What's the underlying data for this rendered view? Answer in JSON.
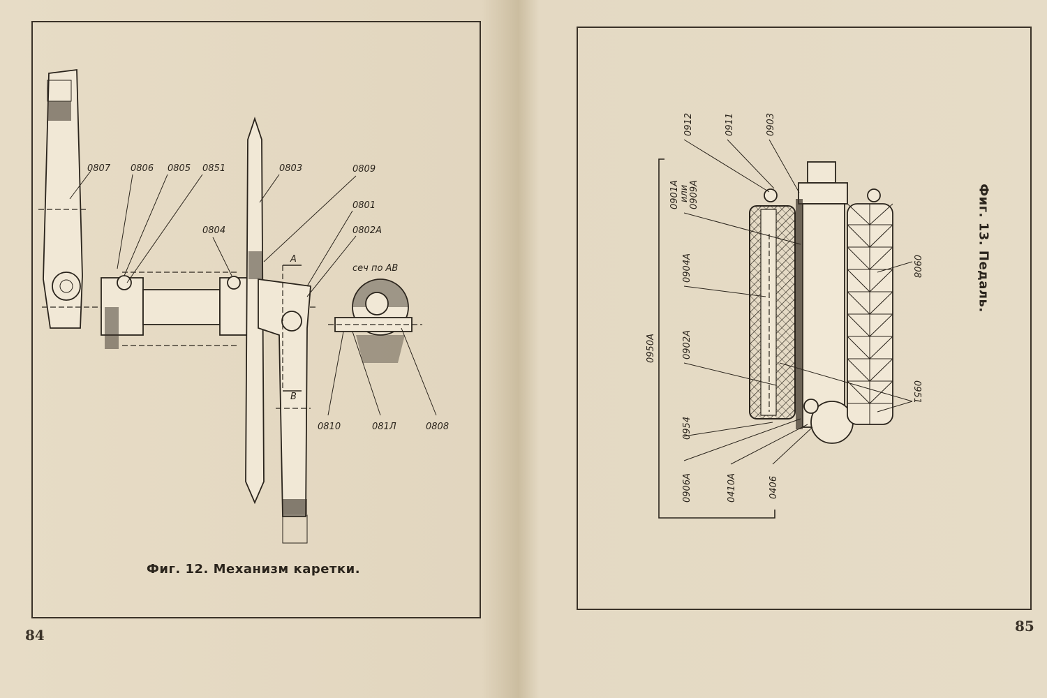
{
  "left_page": {
    "page_number": "84",
    "caption": "Фиг. 12. Механизм каретки.",
    "section_label": "сеч по АВ",
    "section_marks": [
      "A",
      "B"
    ],
    "callouts": [
      "0807",
      "0806",
      "0805",
      "0851",
      "0803",
      "0809",
      "0801",
      "0802А",
      "0804",
      "0810",
      "081Л",
      "0808"
    ]
  },
  "right_page": {
    "page_number": "85",
    "caption": "Фиг. 13. Педаль.",
    "group_label": "0950А",
    "callouts": [
      "0912",
      "0911",
      "0903",
      "0901А",
      "или",
      "0909А",
      "0904А",
      "0902А",
      "0954",
      "0906А",
      "0410А",
      "0406",
      "0908",
      "0951"
    ]
  }
}
